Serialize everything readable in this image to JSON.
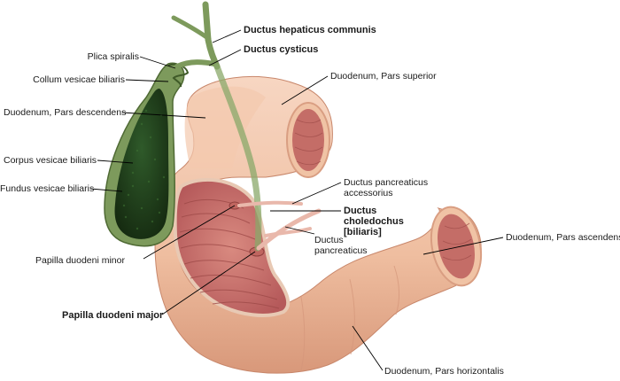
{
  "labels": {
    "ductus_hepaticus_communis": "Ductus hepaticus communis",
    "ductus_cysticus": "Ductus cysticus",
    "plica_spiralis": "Plica spiralis",
    "collum_vesicae_biliaris": "Collum vesicae biliaris",
    "duodenum_pars_superior": "Duodenum, Pars superior",
    "duodenum_pars_descendens": "Duodenum, Pars descendens",
    "corpus_vesicae_biliaris": "Corpus vesicae biliaris",
    "fundus_vesicae_biliaris": "Fundus vesicae biliaris",
    "ductus_pancreaticus_accessorius_line1": "Ductus pancreaticus",
    "ductus_pancreaticus_accessorius_line2": "accessorius",
    "ductus_choledochus_line1": "Ductus",
    "ductus_choledochus_line2": "choledochus",
    "ductus_choledochus_line3": "[biliaris]",
    "ductus_pancreaticus_line1": "Ductus",
    "ductus_pancreaticus_line2": "pancreaticus",
    "duodenum_pars_ascendens": "Duodenum, Pars ascendens",
    "papilla_duodeni_minor": "Papilla duodeni minor",
    "papilla_duodeni_major": "Papilla duodeni major",
    "duodenum_pars_horizontalis": "Duodenum, Pars horizontalis"
  },
  "colors": {
    "duodenum_outer": "#f2c4a8",
    "duodenum_shade": "#d99a7c",
    "mucosa": "#c9706a",
    "mucosa_fold": "#a84f4c",
    "gallbladder_wall": "#6f8a4e",
    "gallbladder_lumen": "#1f3a1c",
    "bile_duct": "#8aa86a",
    "pancreatic_duct": "#e6b3a8"
  }
}
